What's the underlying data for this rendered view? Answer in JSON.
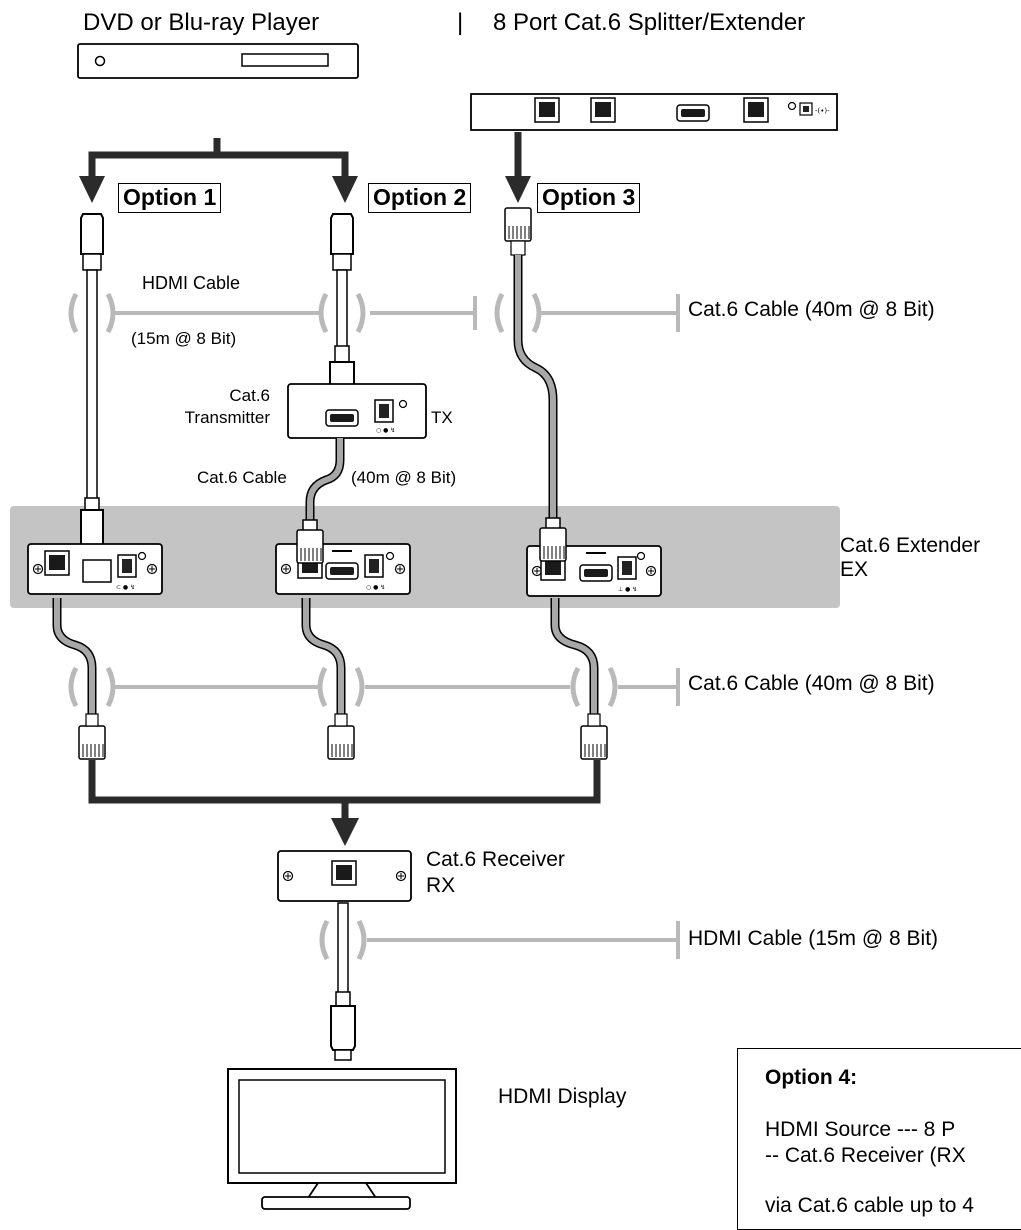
{
  "labels": {
    "dvd_player": "DVD or Blu-ray Player",
    "separator": "|",
    "splitter": "8 Port Cat.6 Splitter/Extender",
    "option1": "Option 1",
    "option2": "Option 2",
    "option3": "Option 3",
    "hdmi_cable": "HDMI Cable",
    "hdmi_cable_length": "(15m @ 8 Bit)",
    "cat6_cable_top": "Cat.6 Cable (40m @ 8 Bit)",
    "transmitter_line1": "Cat.6",
    "transmitter_line2": "Transmitter",
    "tx": "TX",
    "cat6_cable_short": "Cat.6 Cable",
    "cat6_cable_short_length": "(40m @ 8 Bit)",
    "extender_line1": "Cat.6 Extender",
    "extender_line2": "EX",
    "cat6_cable_middle": "Cat.6 Cable (40m @ 8 Bit)",
    "receiver_line1": "Cat.6 Receiver",
    "receiver_line2": "RX",
    "hdmi_cable_bottom": "HDMI Cable (15m @ 8 Bit)",
    "hdmi_display": "HDMI Display"
  },
  "option4": {
    "title": "Option 4:",
    "line1": "HDMI Source  ---  8 P",
    "line2": "--  Cat.6 Receiver (RX",
    "line3": "via Cat.6 cable up to 4"
  },
  "colors": {
    "arrow": "#2b2b2b",
    "cable_gray": "#a8a8a8",
    "panel_gray": "#c4c4c4"
  }
}
